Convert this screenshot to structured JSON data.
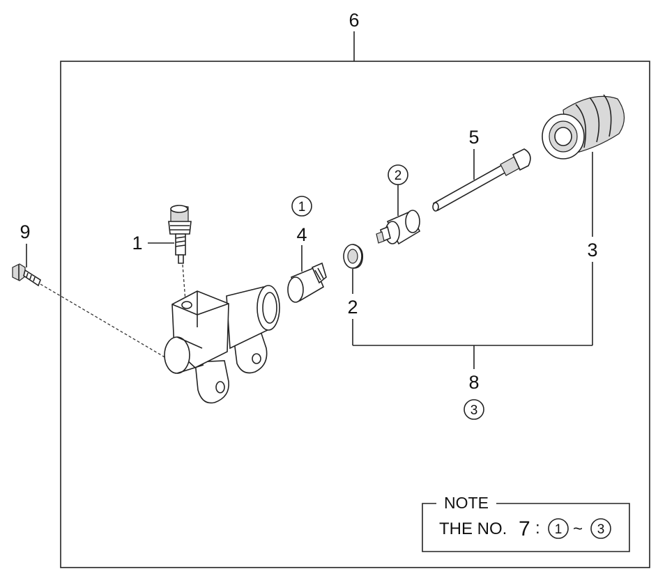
{
  "callouts": {
    "c1": "1",
    "c2a": "2",
    "c2b": "2",
    "c3": "3",
    "c4": "4",
    "c5": "5",
    "c6": "6",
    "c8": "8",
    "c9": "9"
  },
  "circled": {
    "cc1": "1",
    "cc2": "2",
    "cc3": "3"
  },
  "note": {
    "title": "NOTE",
    "prefix": "THE NO.",
    "number": "7",
    "colon": ":",
    "from": "1",
    "tilde": "~",
    "to": "3"
  }
}
